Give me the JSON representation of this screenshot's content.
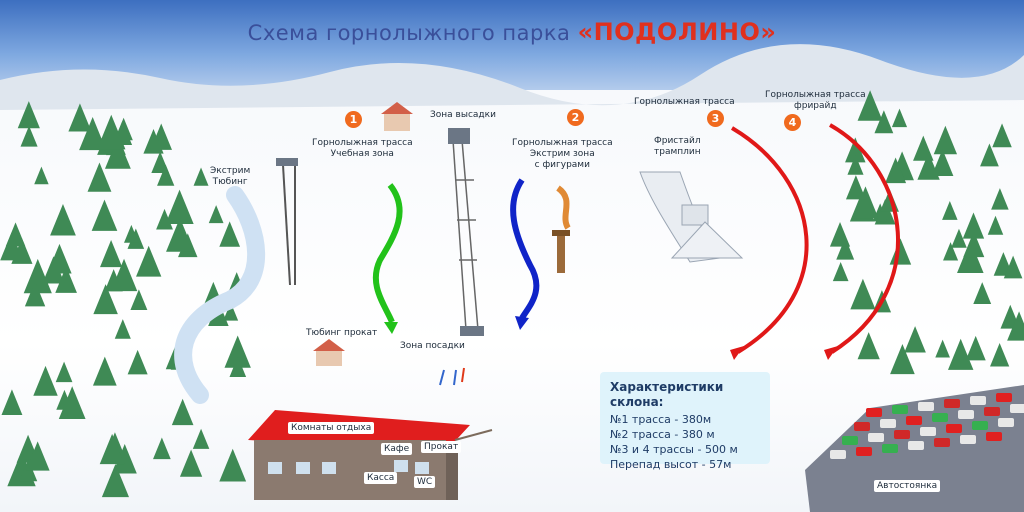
{
  "title": {
    "text": "Схема горнолыжного парка ",
    "brand": "«ПОДОЛИНО»"
  },
  "markers": [
    "1",
    "2",
    "3",
    "4"
  ],
  "labels": {
    "trail1": "Горнолыжная трасса\nУчебная зона",
    "dropoff": "Зона высадки",
    "trail2": "Горнолыжная трасса\nЭкстрим зона\nс фигурами",
    "trail3": "Горнолыжная трасса",
    "trail4": "Горнолыжная трасса\nфрирайд",
    "tubing": "Экстрим\nТюбинг",
    "freestyle": "Фристайл\nтрамплин",
    "tubing_rent": "Тюбинг прокат",
    "boarding": "Зона посадки",
    "parking": "Автостоянка"
  },
  "building": {
    "rest": "Комнаты отдыха",
    "cafe": "Кафе",
    "rent": "Прокат",
    "cash": "Касса",
    "wc": "WC"
  },
  "info": {
    "heading": "Характеристики склона:",
    "lines": [
      "№1 трасса - 380м",
      "№2 трасса - 380 м",
      "№3 и 4 трассы - 500 м",
      "Перепад высот - 57м"
    ]
  },
  "colors": {
    "trail1": "#22c21a",
    "trail2": "#1024c8",
    "trail34": "#e01818",
    "roof": "#e01e1e",
    "marker": "#f06a1e"
  }
}
